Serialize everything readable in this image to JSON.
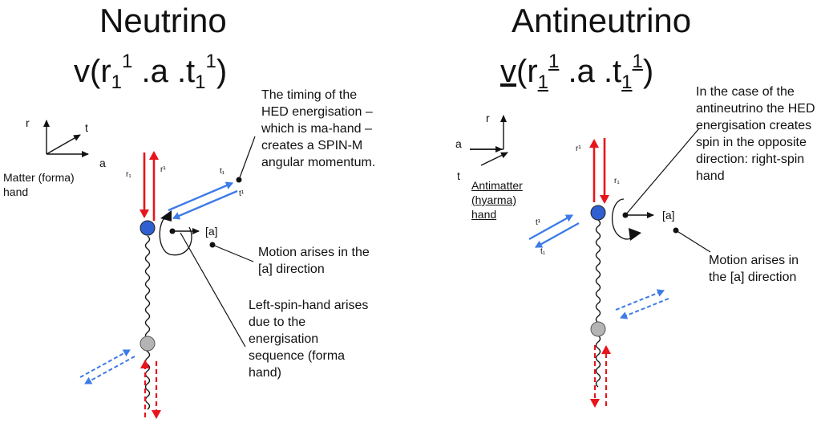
{
  "left": {
    "title": "Neutrino",
    "formula": {
      "v": "v(r",
      "sub1": "1",
      "sup1": "1",
      "mid": " .a .t",
      "sub2": "1",
      "sup2": "1",
      "close": ")"
    },
    "axis_r": "r",
    "axis_t": "t",
    "axis_a": "a",
    "hand_label": "Matter (forma) hand",
    "r1_label": "r₁",
    "r1_sup_label": "r¹",
    "t1_label": "t₁",
    "t1_sup_label": "t¹",
    "a_label": "[a]",
    "note_timing": "The timing of the HED energisation – which is ma-hand – creates a SPIN-M angular momentum.",
    "note_motion": "Motion arises in the [a] direction",
    "note_spin": "Left-spin-hand arises due to the energisation sequence (forma hand)"
  },
  "right": {
    "title": "Antineutrino",
    "formula": {
      "v": "v",
      "open": "(r",
      "sub1": "1",
      "sup1": "1",
      "mid": " .a .t",
      "sub2": "1",
      "sup2": "1",
      "close": ")"
    },
    "axis_r": "r",
    "axis_t": "t",
    "axis_a": "a",
    "hand_label": "Antimatter (hyarma) hand",
    "r1_label": "r₁",
    "r1_sup_label": "r¹",
    "t1_label": "t₁",
    "t1_sup_label": "t¹",
    "a_label": "[a]",
    "note_anti": "In the case of the antineutrino the HED energisation creates spin in the opposite direction: right-spin hand",
    "note_motion": "Motion arises in the [a] direction"
  },
  "colors": {
    "red": "#e8141c",
    "blue": "#3d7be8",
    "sphere_blue": "#2f5fd0",
    "sphere_grey": "#b4b4b4"
  }
}
